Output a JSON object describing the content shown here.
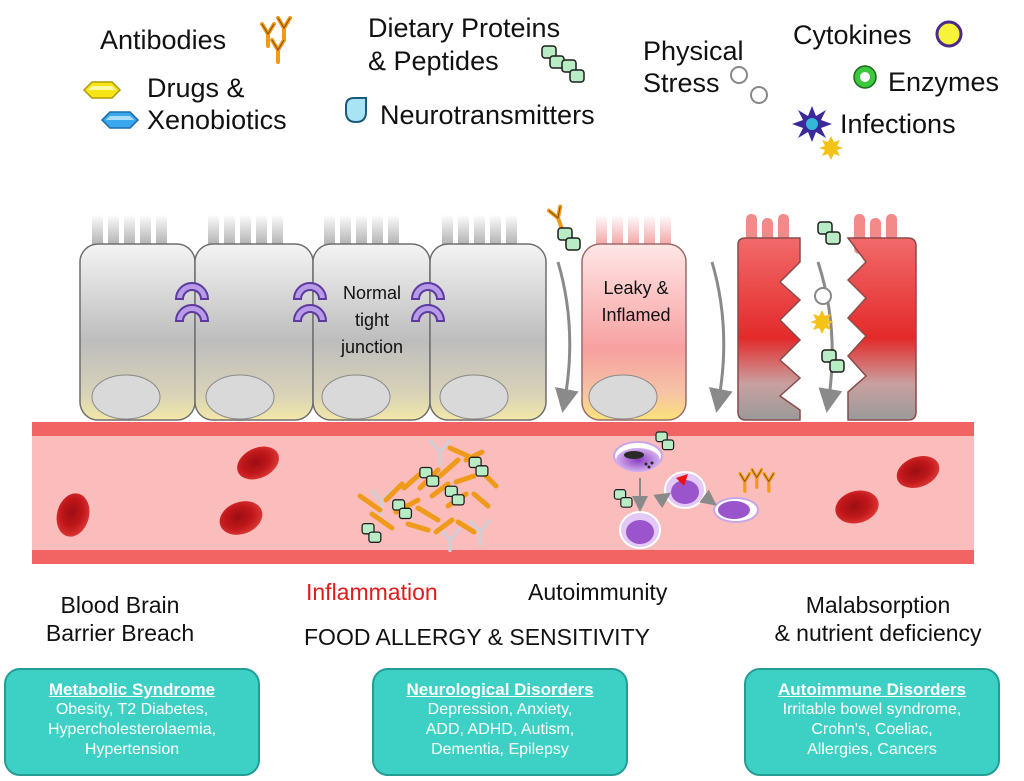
{
  "legend": {
    "antibodies": "Antibodies",
    "drugs_line1": "Drugs &",
    "drugs_line2": "Xenobiotics",
    "dietary_line1": "Dietary Proteins",
    "dietary_line2": "& Peptides",
    "neurotransmitters": "Neurotransmitters",
    "physical_line1": "Physical",
    "physical_line2": "Stress",
    "cytokines": "Cytokines",
    "enzymes": "Enzymes",
    "infections": "Infections"
  },
  "cells": {
    "normal_line1": "Normal",
    "normal_line2": "tight",
    "normal_line3": "junction",
    "leaky_line1": "Leaky &",
    "leaky_line2": "Inflamed"
  },
  "labels": {
    "bbb_line1": "Blood Brain",
    "bbb_line2": "Barrier Breach",
    "inflammation": "Inflammation",
    "autoimmunity": "Autoimmunity",
    "food_allergy": "FOOD ALLERGY & SENSITIVITY",
    "malabsorption_line1": "Malabsorption",
    "malabsorption_line2": "& nutrient deficiency"
  },
  "boxes": [
    {
      "title": "Metabolic Syndrome",
      "lines": [
        "Obesity, T2 Diabetes,",
        "Hypercholesterolaemia,",
        "Hypertension"
      ]
    },
    {
      "title": "Neurological Disorders",
      "lines": [
        "Depression, Anxiety,",
        "ADD, ADHD, Autism,",
        "Dementia, Epilepsy"
      ]
    },
    {
      "title": "Autoimmune Disorders",
      "lines": [
        "Irritable bowel syndrome,",
        "Crohn's, Coeliac,",
        "Allergies, Cancers"
      ]
    }
  ],
  "colors": {
    "vessel": "#fbbcbc",
    "vessel_edge": "#f26464",
    "rbc": "#c0171a",
    "box": "#3dd1c6",
    "inflammation_text": "#e01b1b"
  }
}
